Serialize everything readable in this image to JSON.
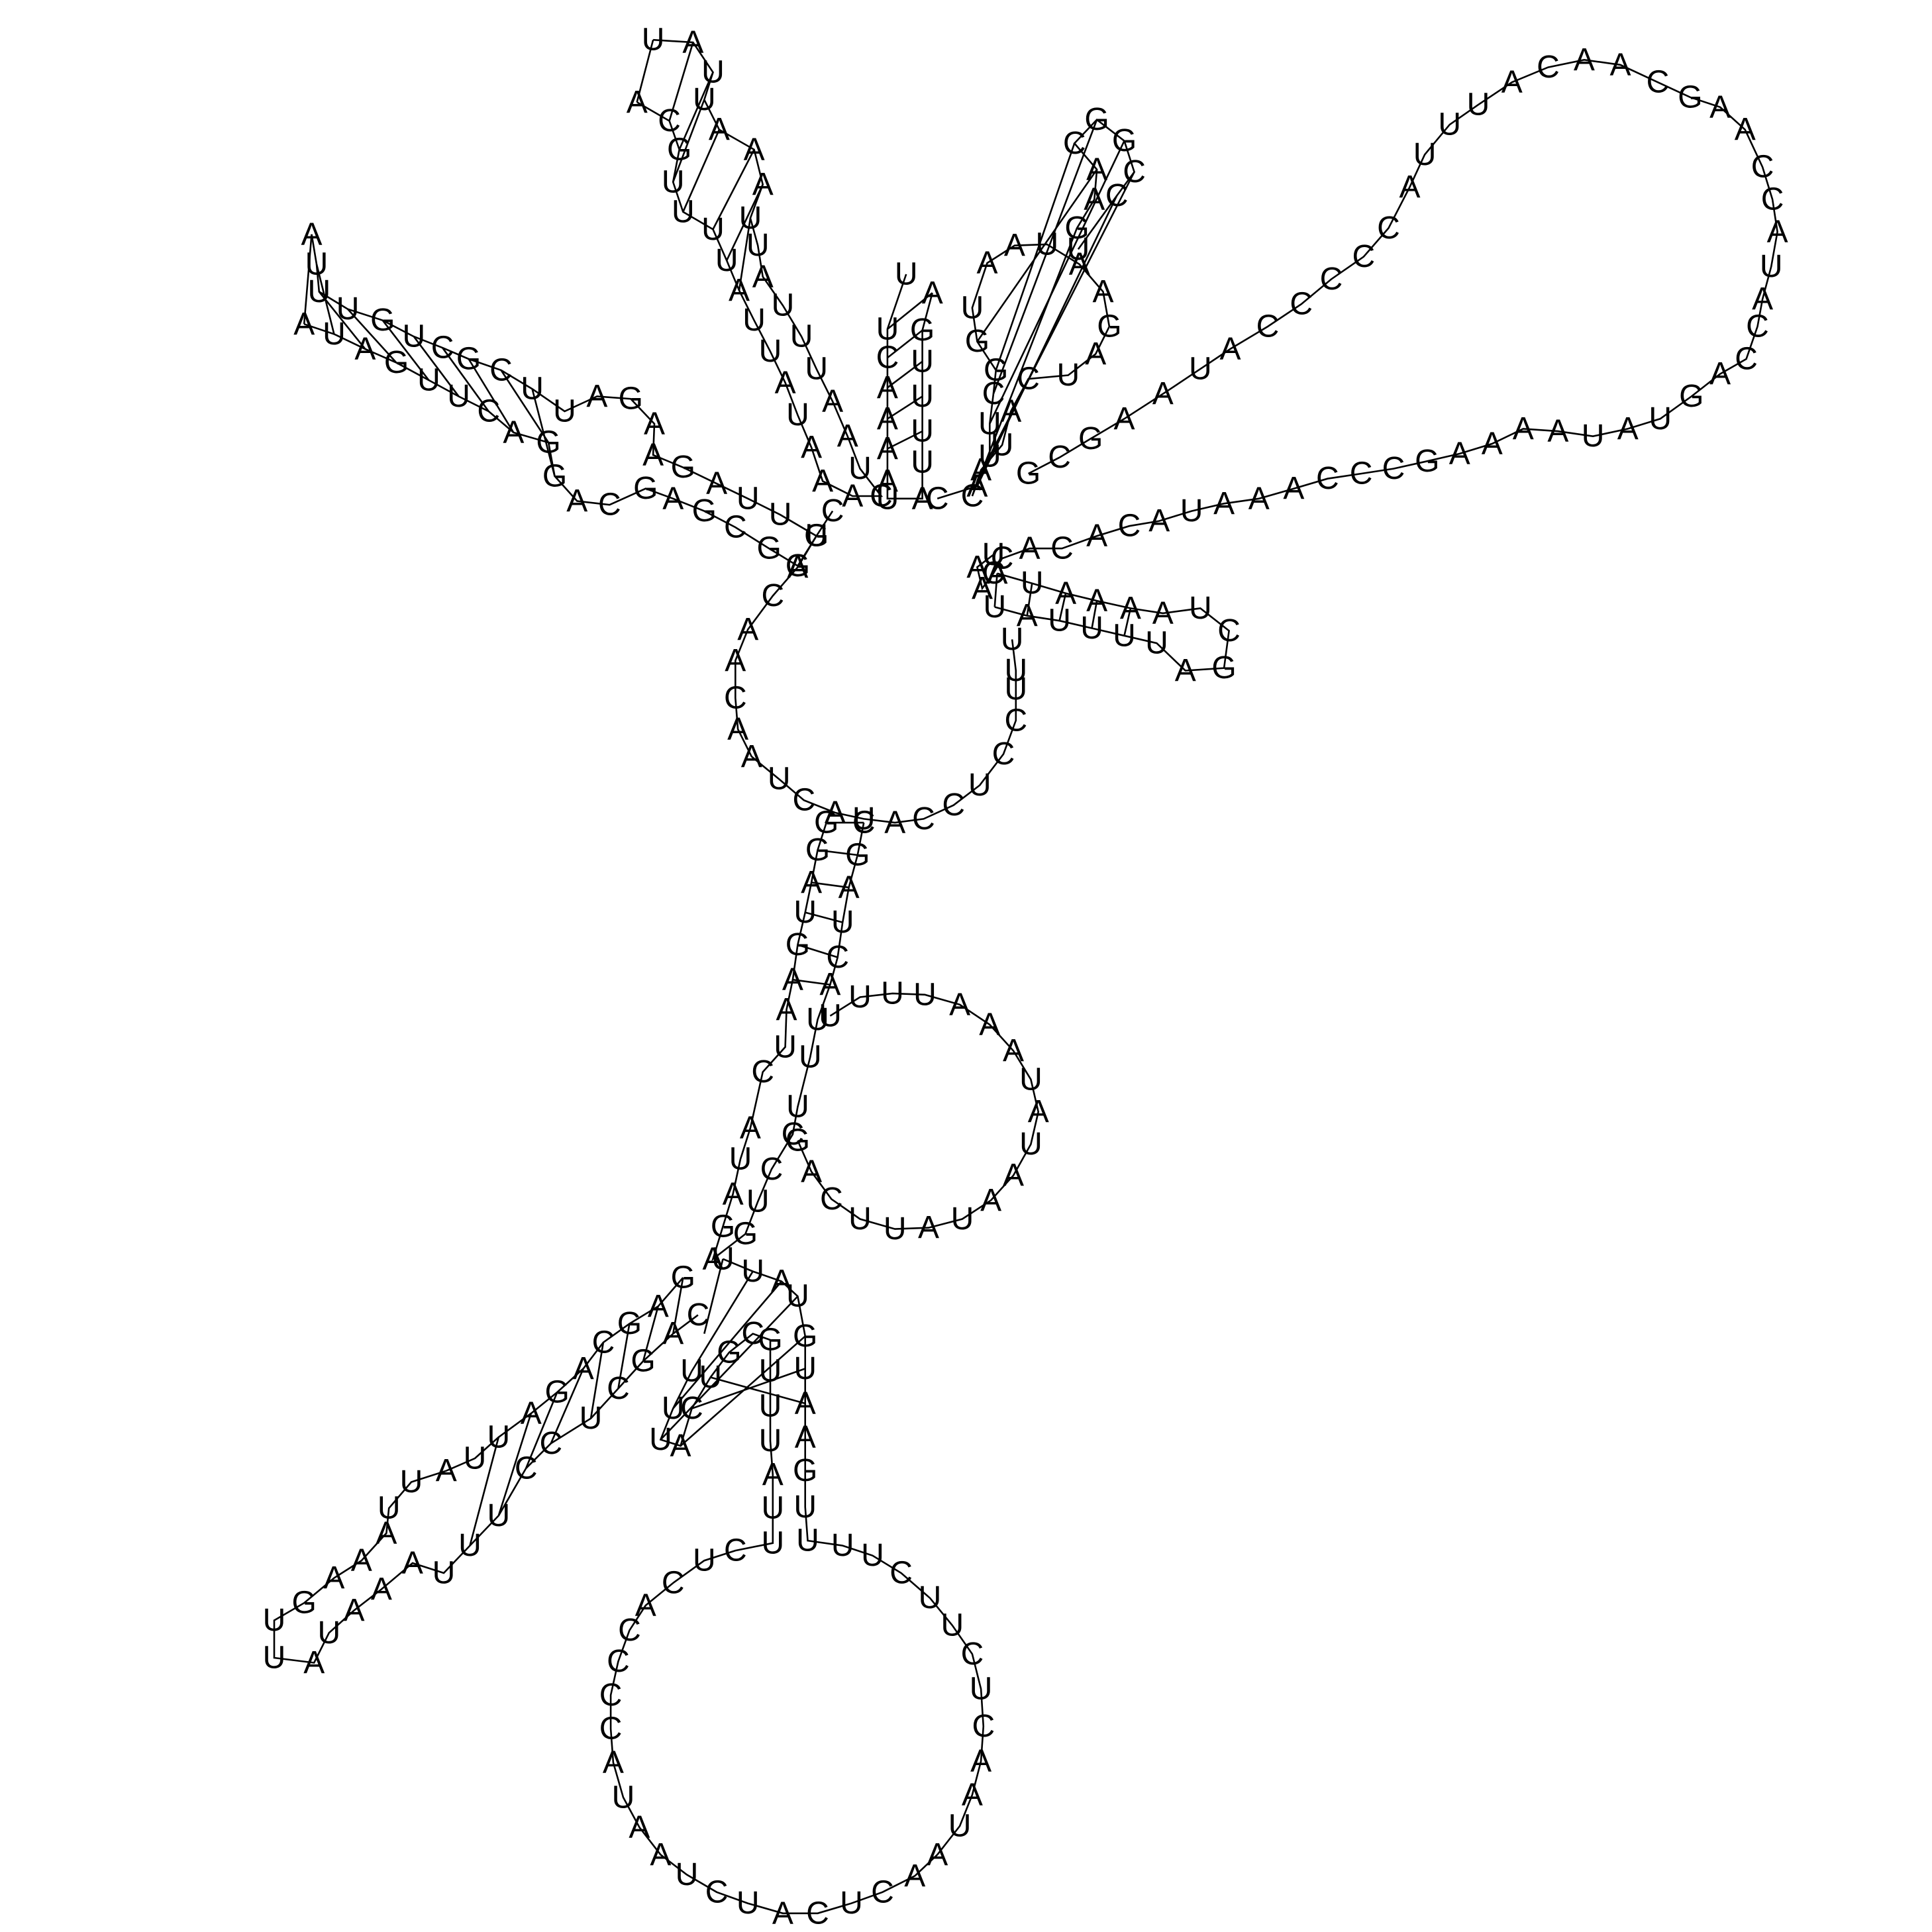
{
  "diagram": {
    "type": "rna-secondary-structure",
    "colors": {
      "background": "#ffffff",
      "ink": "#000000"
    },
    "segments": [
      {
        "name": "stem-left-long",
        "seq": "AUUUGUCGCUUAGAAGAUUUGGCGAGCAGGACUUGAUAGC",
        "pairs": [
          [
            0,
            37
          ],
          [
            1,
            36
          ],
          [
            2,
            35
          ],
          [
            3,
            34
          ],
          [
            4,
            33
          ],
          [
            5,
            32
          ],
          [
            6,
            31
          ],
          [
            7,
            30
          ],
          [
            8,
            29
          ],
          [
            9,
            28
          ]
        ]
      },
      {
        "name": "stem-top-left",
        "seq": "UAUUAAAUUAUUUAAUCAAAUAUUAUUUUGCA",
        "pairs": [
          [
            0,
            31
          ],
          [
            1,
            30
          ],
          [
            2,
            29
          ],
          [
            3,
            28
          ],
          [
            4,
            27
          ],
          [
            5,
            26
          ],
          [
            6,
            25
          ],
          [
            7,
            24
          ]
        ]
      },
      {
        "name": "stem-top-centre",
        "seq": "UUCAAAAUAUUUUGA",
        "pairs": [
          [
            1,
            14
          ],
          [
            2,
            13
          ],
          [
            3,
            12
          ],
          [
            4,
            11
          ],
          [
            5,
            10
          ]
        ]
      },
      {
        "name": "stem-top-right",
        "seq": "CAUUCGGUAAUAAGAUCAUACGAACGGCCUA",
        "pairs": [
          [
            1,
            28
          ],
          [
            2,
            27
          ],
          [
            3,
            26
          ],
          [
            4,
            25
          ],
          [
            5,
            24
          ],
          [
            6,
            23
          ]
        ]
      },
      {
        "name": "loop-far-right",
        "seq": "GCGAAUACCCCCAUUUACAACGAACCAUACCAGUAUAAAAGCCCAAAUACACACCAAU",
        "pairs": []
      },
      {
        "name": "stem-right-small",
        "seq": "AUAAAAUCGAUUUUAU",
        "pairs": [
          [
            0,
            15
          ],
          [
            1,
            14
          ],
          [
            2,
            13
          ],
          [
            3,
            12
          ],
          [
            4,
            11
          ]
        ]
      },
      {
        "name": "central-loop",
        "seq": "UUUCCUCCAUACUAACAACAGC",
        "pairs": []
      },
      {
        "name": "stem-lower-middle",
        "seq": "GGAUGAAUCAUAGAGUCCUUUACUAGC",
        "pairs": [
          [
            0,
            26
          ],
          [
            1,
            25
          ],
          [
            2,
            24
          ],
          [
            3,
            23
          ],
          [
            4,
            22
          ],
          [
            5,
            21
          ]
        ]
      },
      {
        "name": "loop-mid-right",
        "seq": "UUUUAAAUAUAAUAUUCAG",
        "pairs": []
      },
      {
        "name": "stem-lower-left",
        "seq": "GAGCAGAUUAUUAAAGUUAUAAAUUUCCUCGACUCCU",
        "pairs": [
          [
            0,
            31
          ],
          [
            1,
            30
          ],
          [
            2,
            29
          ],
          [
            3,
            28
          ],
          [
            4,
            27
          ],
          [
            5,
            26
          ],
          [
            6,
            25
          ],
          [
            7,
            24
          ]
        ]
      },
      {
        "name": "stem-bottom",
        "seq": "UUAUGUAAGUUUUCUUCUCAAUAACUCAUCUAAUACCCCACUCUUAUUUGCGUCAUUU",
        "pairs": [
          [
            0,
            58
          ],
          [
            1,
            57
          ],
          [
            2,
            56
          ],
          [
            3,
            55
          ],
          [
            4,
            54
          ],
          [
            5,
            53
          ],
          [
            6,
            52
          ]
        ]
      }
    ]
  }
}
